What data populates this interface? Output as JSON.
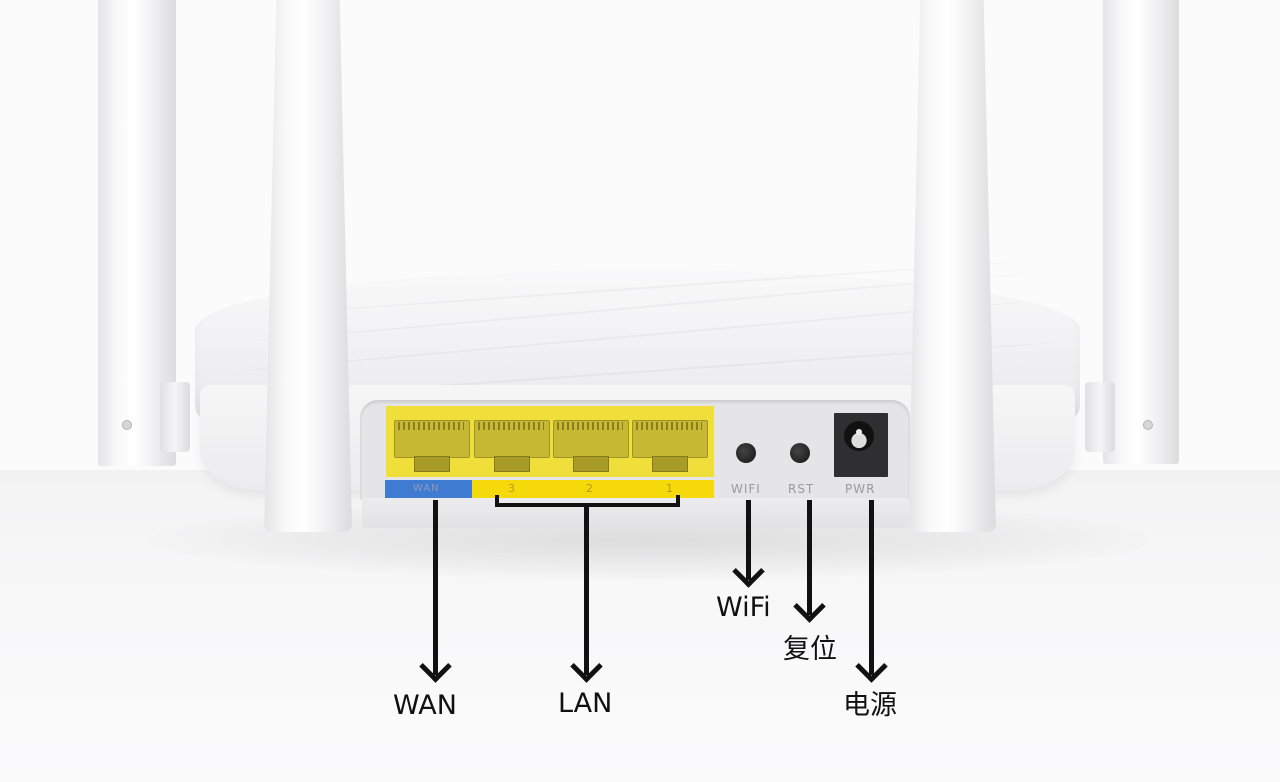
{
  "image": {
    "subject": "Wireless router rear panel with labeled ports",
    "colors": {
      "background": "#fbfbfc",
      "wan": "#3f7bd0",
      "lan": "#f5d90a",
      "ports": "#f0de3a",
      "arrows": "#111111"
    }
  },
  "panel_labels": {
    "wan_strip": "WAN",
    "lan_numbers": [
      "3",
      "2",
      "1"
    ],
    "wifi_button": "WIFI",
    "reset_button": "RST",
    "power_jack": "PWR"
  },
  "callouts": {
    "wan": "WAN",
    "lan": "LAN",
    "wifi": "WiFi",
    "reset": "复位",
    "power": "电源"
  }
}
